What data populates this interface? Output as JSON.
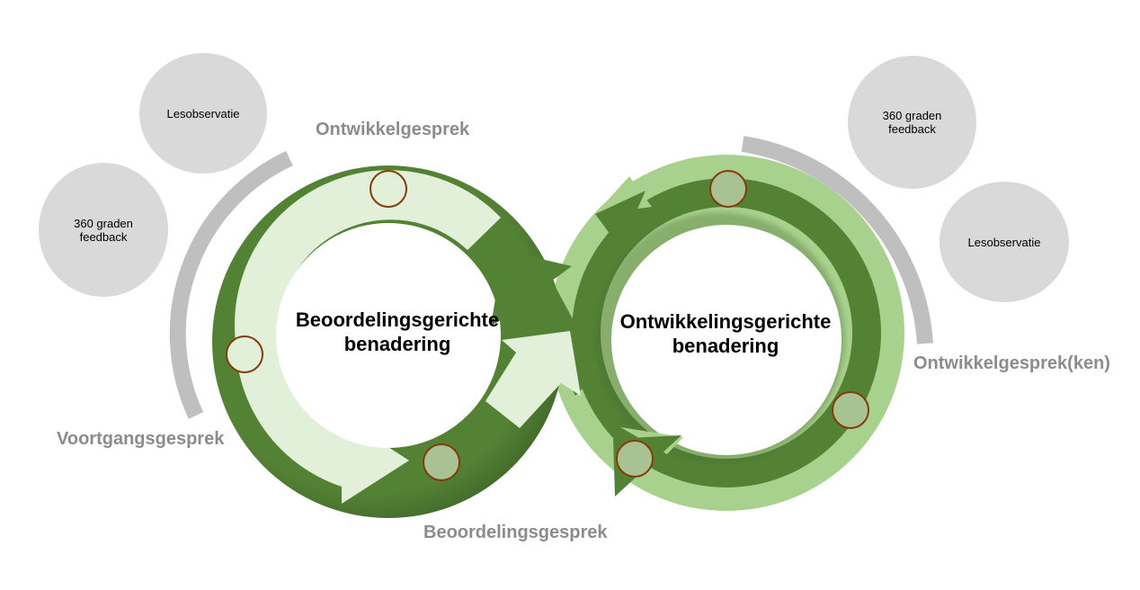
{
  "left_cycle": {
    "title": "Beoordelingsgerichte\nbenadering",
    "labels": {
      "top": "Ontwikkelgesprek",
      "left": "Voortgangsgesprek",
      "bottom": "Beoordelingsgesprek"
    },
    "bubbles": [
      "Lesobservatie",
      "360 graden feedback"
    ]
  },
  "right_cycle": {
    "title": "Ontwikkelingsgerichte\nbenadering",
    "labels": {
      "right": "Ontwikkelgesprek(ken)"
    },
    "bubbles": [
      "360 graden feedback",
      "Lesobservatie"
    ]
  },
  "colors": {
    "dark_green": "#548235",
    "light_green": "#a9d18e",
    "pale_green": "#e2efd9",
    "grey_arc": "#bfbfbf",
    "bubble_grey": "#d9d9d9",
    "label_grey": "#8c8c8c",
    "node_border": "#843c0c",
    "node_fill_light": "#e2efd9",
    "node_fill_mid": "#a9c294"
  }
}
